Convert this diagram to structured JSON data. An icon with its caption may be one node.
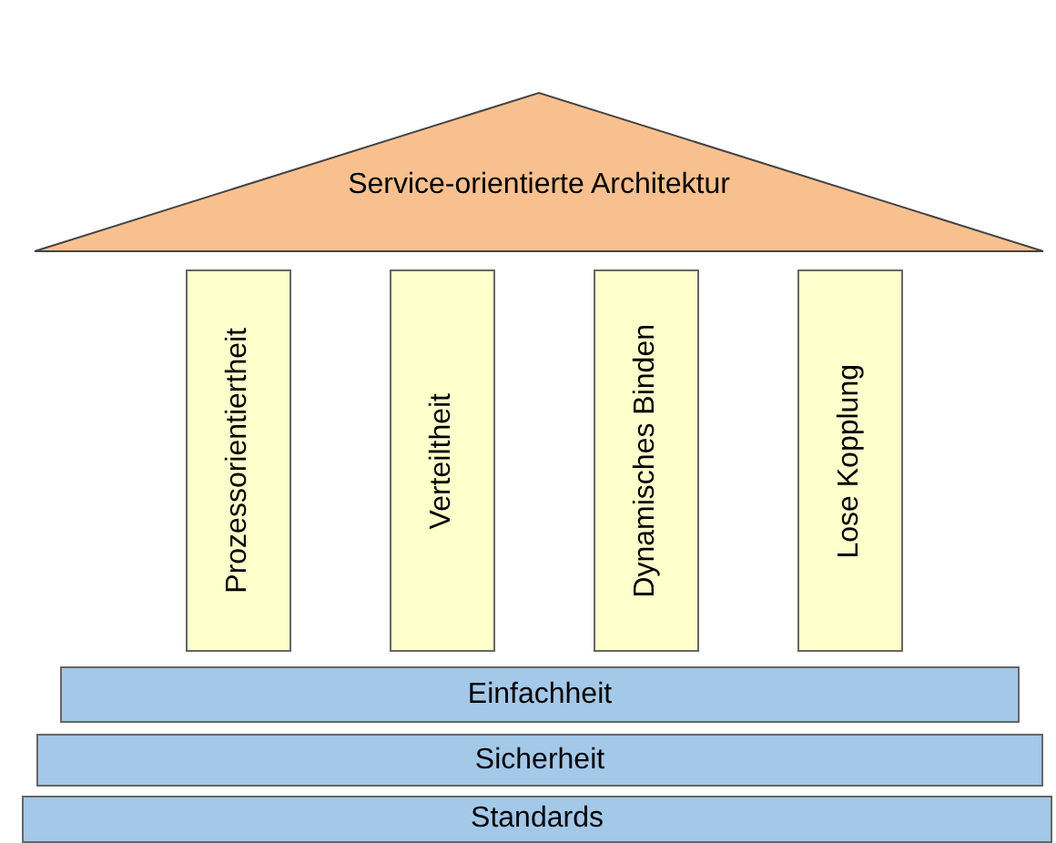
{
  "diagram": {
    "nodes": [
      {
        "text": [
          "Service-orientierte Architektur"
        ]
      },
      {
        "text": [
          "Prozessorientiertheit"
        ]
      },
      {
        "text": [
          "Verteiltheit"
        ]
      },
      {
        "text": [
          "Dynamisches Binden"
        ]
      },
      {
        "text": [
          "Lose Kopplung"
        ]
      },
      {
        "text": [
          "Einfachheit"
        ]
      },
      {
        "text": [
          "Sicherheit"
        ]
      },
      {
        "text": [
          "Standards"
        ]
      }
    ]
  }
}
